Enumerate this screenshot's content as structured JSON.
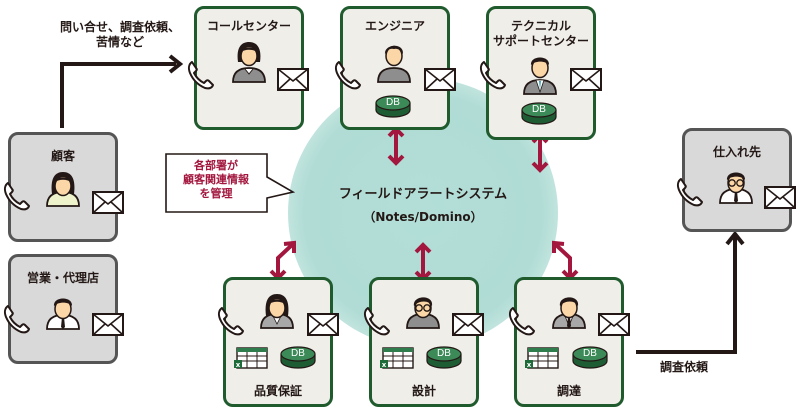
{
  "center": {
    "title": "フィールドアラートシステム",
    "subtitle": "（Notes/Domino）"
  },
  "callout": {
    "lines": [
      "各部署が",
      "顧客関連情報",
      "を管理"
    ]
  },
  "flows": {
    "inquiry_lines": [
      "問い合せ、調査依頼、",
      "苦情など"
    ],
    "survey_request": "調査依頼"
  },
  "nodes": {
    "call_center": {
      "title": "コールセンター",
      "icons": [
        "phone",
        "person-female-operator",
        "mail"
      ]
    },
    "engineer": {
      "title": "エンジニア",
      "icons": [
        "phone",
        "person-male",
        "mail",
        "db"
      ],
      "db_label": "DB"
    },
    "tech_support": {
      "title_lines": [
        "テクニカル",
        "サポートセンター"
      ],
      "icons": [
        "phone",
        "person-male-suit",
        "mail",
        "db"
      ],
      "db_label": "DB"
    },
    "customer": {
      "title": "顧客",
      "icons": [
        "phone",
        "person-female",
        "mail"
      ]
    },
    "sales_agency": {
      "title": "営業・代理店",
      "icons": [
        "phone",
        "person-male-tie",
        "mail"
      ]
    },
    "supplier": {
      "title": "仕入れ先",
      "icons": [
        "phone",
        "person-male-glasses",
        "mail"
      ]
    },
    "quality": {
      "title": "品質保証",
      "icons": [
        "phone",
        "person-female-suit",
        "mail",
        "excel",
        "db"
      ],
      "db_label": "DB"
    },
    "design": {
      "title": "設計",
      "icons": [
        "phone",
        "person-male-glasses",
        "mail",
        "excel",
        "db"
      ],
      "db_label": "DB"
    },
    "procurement": {
      "title": "調達",
      "icons": [
        "phone",
        "person-male-suit",
        "mail",
        "excel",
        "db"
      ],
      "db_label": "DB"
    }
  },
  "colors": {
    "department_border": "#1f5b2d",
    "external_border": "#555555",
    "arrow": "#a3173e",
    "db": "#2f7d4d",
    "system_circle": "#b0dcd5"
  }
}
